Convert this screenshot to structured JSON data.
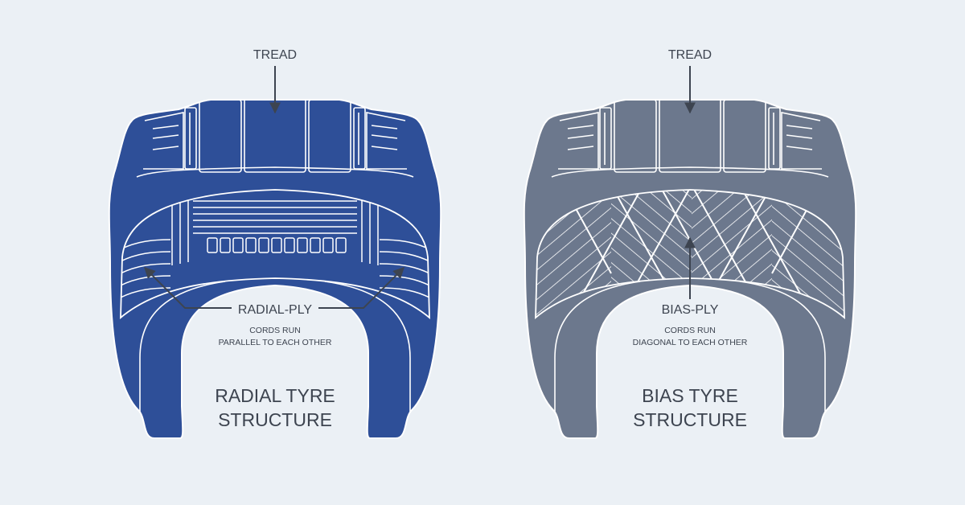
{
  "colors": {
    "background": "#ebf0f5",
    "radial_fill": "#2e4f98",
    "bias_fill": "#6c788d",
    "outline": "#ffffff",
    "text": "#3d4450"
  },
  "radial": {
    "tread_label": "TREAD",
    "ply_label": "RADIAL-PLY",
    "note_line1": "CORDS RUN",
    "note_line2": "PARALLEL TO EACH OTHER",
    "title_line1": "RADIAL TYRE",
    "title_line2": "STRUCTURE"
  },
  "bias": {
    "tread_label": "TREAD",
    "ply_label": "BIAS-PLY",
    "note_line1": "CORDS RUN",
    "note_line2": "DIAGONAL TO EACH OTHER",
    "title_line1": "BIAS TYRE",
    "title_line2": "STRUCTURE"
  }
}
